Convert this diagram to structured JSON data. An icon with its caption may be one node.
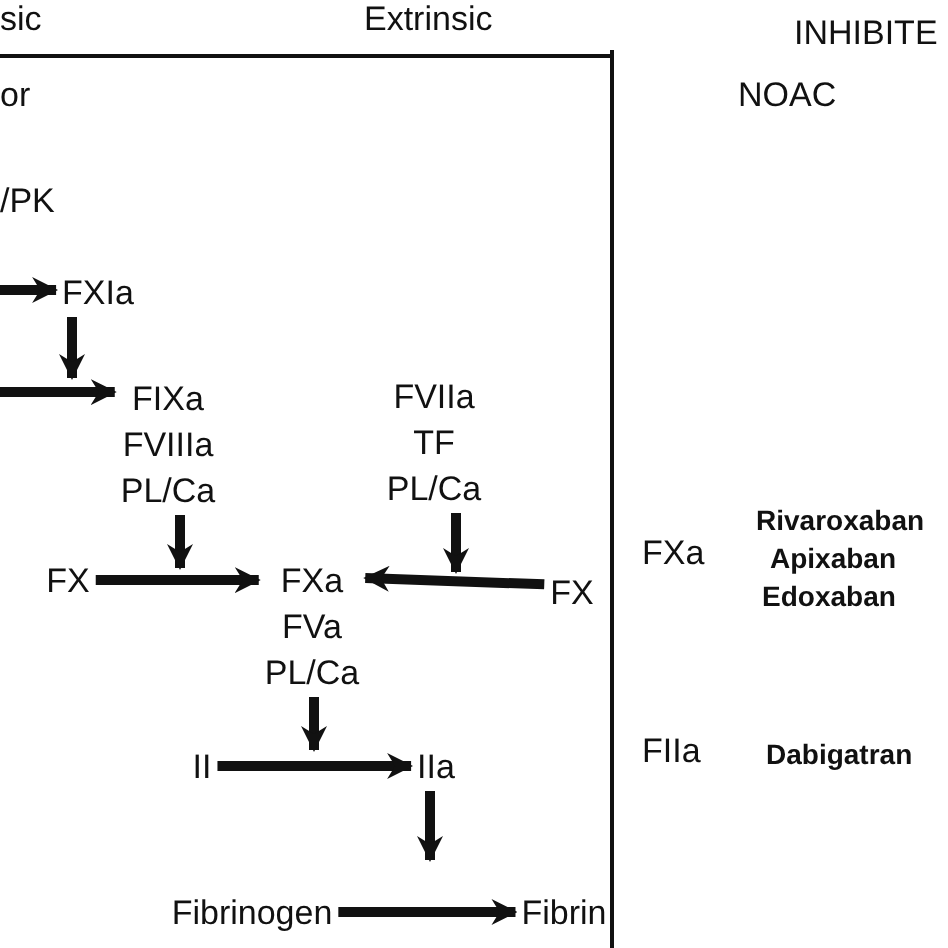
{
  "diagram": {
    "nodes": [
      {
        "text": [
          "FXIa"
        ]
      },
      {
        "text": [
          "FIXa",
          "FVIIIa",
          "PL/Ca"
        ]
      },
      {
        "text": [
          "FVIIa",
          "TF",
          "PL/Ca"
        ]
      },
      {
        "text": [
          "FX"
        ]
      },
      {
        "text": [
          "FXa",
          "FVa",
          "PL/Ca"
        ]
      },
      {
        "text": [
          "FX"
        ]
      },
      {
        "text": [
          "II"
        ]
      },
      {
        "text": [
          "IIa"
        ]
      },
      {
        "text": [
          "Fibrinogen"
        ]
      },
      {
        "text": [
          "Fibrin"
        ]
      }
    ],
    "edges": [
      {
        "from": null,
        "to": 0,
        "arrow": "to"
      },
      {
        "from": 0,
        "to": null,
        "arrow": "to"
      },
      {
        "from": null,
        "to": 1,
        "arrow": "to"
      },
      {
        "from": 1,
        "to": null,
        "arrow": "to"
      },
      {
        "from": 2,
        "to": null,
        "arrow": "to"
      },
      {
        "from": 3,
        "to": 4,
        "arrow": "to"
      },
      {
        "from": 5,
        "to": 4,
        "arrow": "to"
      },
      {
        "from": 4,
        "to": null,
        "arrow": "to"
      },
      {
        "from": 6,
        "to": 7,
        "arrow": "to"
      },
      {
        "from": 7,
        "to": null,
        "arrow": "to"
      },
      {
        "from": 8,
        "to": 9,
        "arrow": "to"
      }
    ],
    "labels": [
      "sic",
      "Extrinsic",
      "INHIBITE",
      "or",
      "NOAC",
      "/PK",
      "FXa",
      "Rivaroxaban",
      "Apixaban",
      "Edoxaban",
      "FIIa",
      "Dabigatran"
    ]
  }
}
